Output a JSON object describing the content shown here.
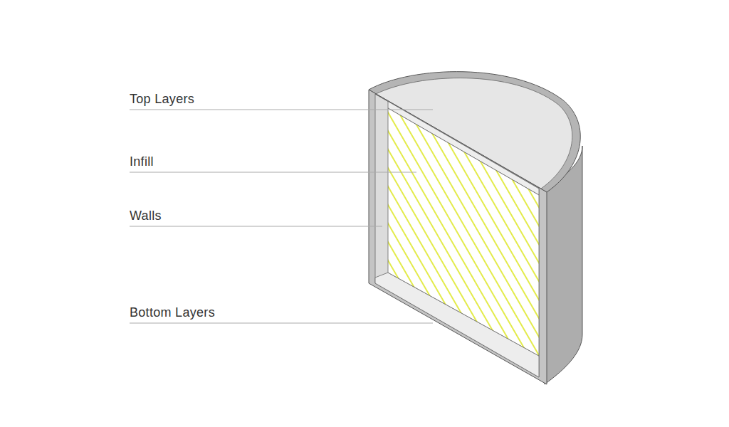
{
  "diagram": {
    "labels": [
      "Top Layers",
      "Infill",
      "Walls",
      "Bottom Layers"
    ]
  }
}
